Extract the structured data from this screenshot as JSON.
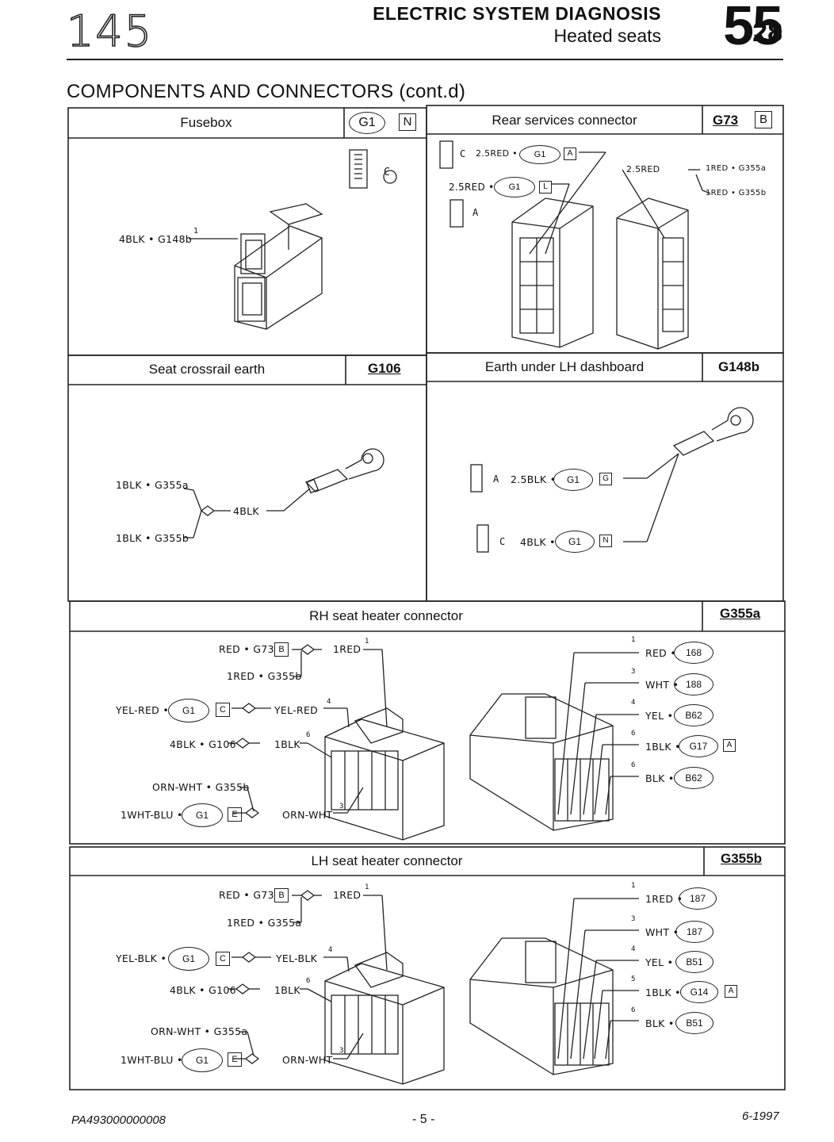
{
  "header": {
    "logo": "145",
    "title": "ELECTRIC SYSTEM DIAGNOSIS",
    "subtitle": "Heated seats",
    "chapter": "55",
    "page": "-28"
  },
  "section_title": "COMPONENTS AND CONNECTORS (cont.d)",
  "panels": {
    "fusebox": {
      "title": "Fusebox",
      "code": "G1",
      "pin": "N",
      "wire": "4BLK • G148b",
      "pin_no": "1",
      "ic_label": "C"
    },
    "rear": {
      "title": "Rear services connector",
      "code": "G73",
      "pin": "B",
      "wire1": "2.5RED •",
      "wire1_code": "G1",
      "wire1_pin": "A",
      "wire1_ic": "C",
      "wire2": "2.5RED •",
      "wire2_code": "G1",
      "wire2_pin": "L",
      "wire2_ic": "A",
      "wire3": "2.5RED",
      "wire3a": "1RED • G355a",
      "wire3b": "1RED • G355b"
    },
    "crossrail": {
      "title": "Seat crossrail earth",
      "code": "G106",
      "wire1": "1BLK • G355a",
      "wire2": "1BLK • G355b",
      "wire_out": "4BLK"
    },
    "dashboard": {
      "title": "Earth under LH dashboard",
      "code": "G148b",
      "wire1": "2.5BLK •",
      "wire1_code": "G1",
      "wire1_pin": "G",
      "wire1_ic": "A",
      "wire2": "4BLK •",
      "wire2_code": "G1",
      "wire2_pin": "N",
      "wire2_ic": "C"
    },
    "rh": {
      "title": "RH seat heater connector",
      "code": "G355a",
      "left": {
        "w1": "RED • G73",
        "w1_pin": "B",
        "w1_out": "1RED",
        "w1_no": "1",
        "w2": "1RED • G355b",
        "w3": "YEL-RED •",
        "w3_code": "G1",
        "w3_pin": "C",
        "w3_out": "YEL-RED",
        "w3_no": "4",
        "w4": "4BLK • G106",
        "w4_out": "1BLK",
        "w4_no": "6",
        "w5": "ORN-WHT • G355b",
        "w6": "1WHT-BLU •",
        "w6_code": "G1",
        "w6_pin": "E",
        "w6_out": "ORN-WHT",
        "w6_no": "3"
      },
      "right": [
        {
          "no": "1",
          "wire": "RED •",
          "code": "168",
          "pin": ""
        },
        {
          "no": "3",
          "wire": "WHT •",
          "code": "188",
          "pin": ""
        },
        {
          "no": "4",
          "wire": "YEL •",
          "code": "B62",
          "pin": ""
        },
        {
          "no": "6",
          "wire": "1BLK •",
          "code": "G17",
          "pin": "A"
        },
        {
          "no": "6",
          "wire": "BLK •",
          "code": "B62",
          "pin": ""
        }
      ]
    },
    "lh": {
      "title": "LH seat heater connector",
      "code": "G355b",
      "left": {
        "w1": "RED • G73",
        "w1_pin": "B",
        "w1_out": "1RED",
        "w1_no": "1",
        "w2": "1RED • G355a",
        "w3": "YEL-BLK •",
        "w3_code": "G1",
        "w3_pin": "C",
        "w3_out": "YEL-BLK",
        "w3_no": "4",
        "w4": "4BLK • G106",
        "w4_out": "1BLK",
        "w4_no": "6",
        "w5": "ORN-WHT • G355a",
        "w6": "1WHT-BLU •",
        "w6_code": "G1",
        "w6_pin": "E",
        "w6_out": "ORN-WHT",
        "w6_no": "3"
      },
      "right": [
        {
          "no": "1",
          "wire": "1RED •",
          "code": "187",
          "pin": ""
        },
        {
          "no": "3",
          "wire": "WHT •",
          "code": "187",
          "pin": ""
        },
        {
          "no": "4",
          "wire": "YEL •",
          "code": "B51",
          "pin": ""
        },
        {
          "no": "5",
          "wire": "1BLK •",
          "code": "G14",
          "pin": "A"
        },
        {
          "no": "6",
          "wire": "BLK •",
          "code": "B51",
          "pin": ""
        }
      ]
    }
  },
  "footer": {
    "code": "PA493000000008",
    "page": "- 5 -",
    "date": "6-1997"
  }
}
